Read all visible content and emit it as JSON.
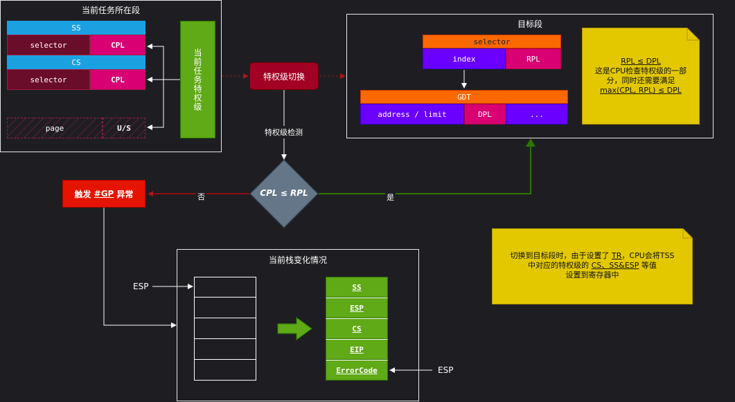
{
  "current_segment": {
    "title": "当前任务所在段",
    "ss_label": "SS",
    "ss_selector": "selector",
    "ss_cpl": "CPL",
    "cs_label": "CS",
    "cs_selector": "selector",
    "cs_cpl": "CPL",
    "page_label": "page",
    "us_label": "U/S",
    "privilege_label": "当前任务特权级"
  },
  "switch_box": "特权级切换",
  "check_label": "特权级检测",
  "decision": "CPL ≤ RPL",
  "no_label": "否",
  "yes_label": "是",
  "gp_prefix": "触发 ",
  "gp_code": "#GP",
  "gp_suffix": " 异常",
  "target_segment": {
    "title": "目标段",
    "selector_label": "selector",
    "index_label": "index",
    "rpl_label": "RPL",
    "gdt_label": "GDT",
    "addr_label": "address / limit",
    "dpl_label": "DPL",
    "more_label": "..."
  },
  "note_rpl": {
    "line1": "RPL ≤ DPL",
    "line2": "这是CPU检查特权级的一部",
    "line3": "分，同时还需要满足",
    "line4": "max(CPL, RPL) ≤ DPL"
  },
  "note_tss": {
    "line1_a": "切换到目标段时，由于设置了 ",
    "line1_b": "TR",
    "line1_c": "，CPU会将TSS",
    "line2_a": "中对应的特权级的 ",
    "line2_b": "CS、SS&ESP",
    "line2_c": " 等值",
    "line3": "设置到寄存器中"
  },
  "stack": {
    "title": "当前栈变化情况",
    "esp_left": "ESP",
    "esp_right": "ESP",
    "items": [
      "SS",
      "ESP",
      "CS",
      "EIP",
      "ErrorCode"
    ]
  },
  "colors": {
    "background": "#1e1e22",
    "blue": "#1ba1e2",
    "maroon": "#6a0d2a",
    "pink": "#d80073",
    "green": "#60a917",
    "orange": "#fa6800",
    "purple": "#6a00ff",
    "red": "#e51400",
    "dark_red": "#a20025",
    "yellow": "#e3c800",
    "slate": "#647687"
  }
}
